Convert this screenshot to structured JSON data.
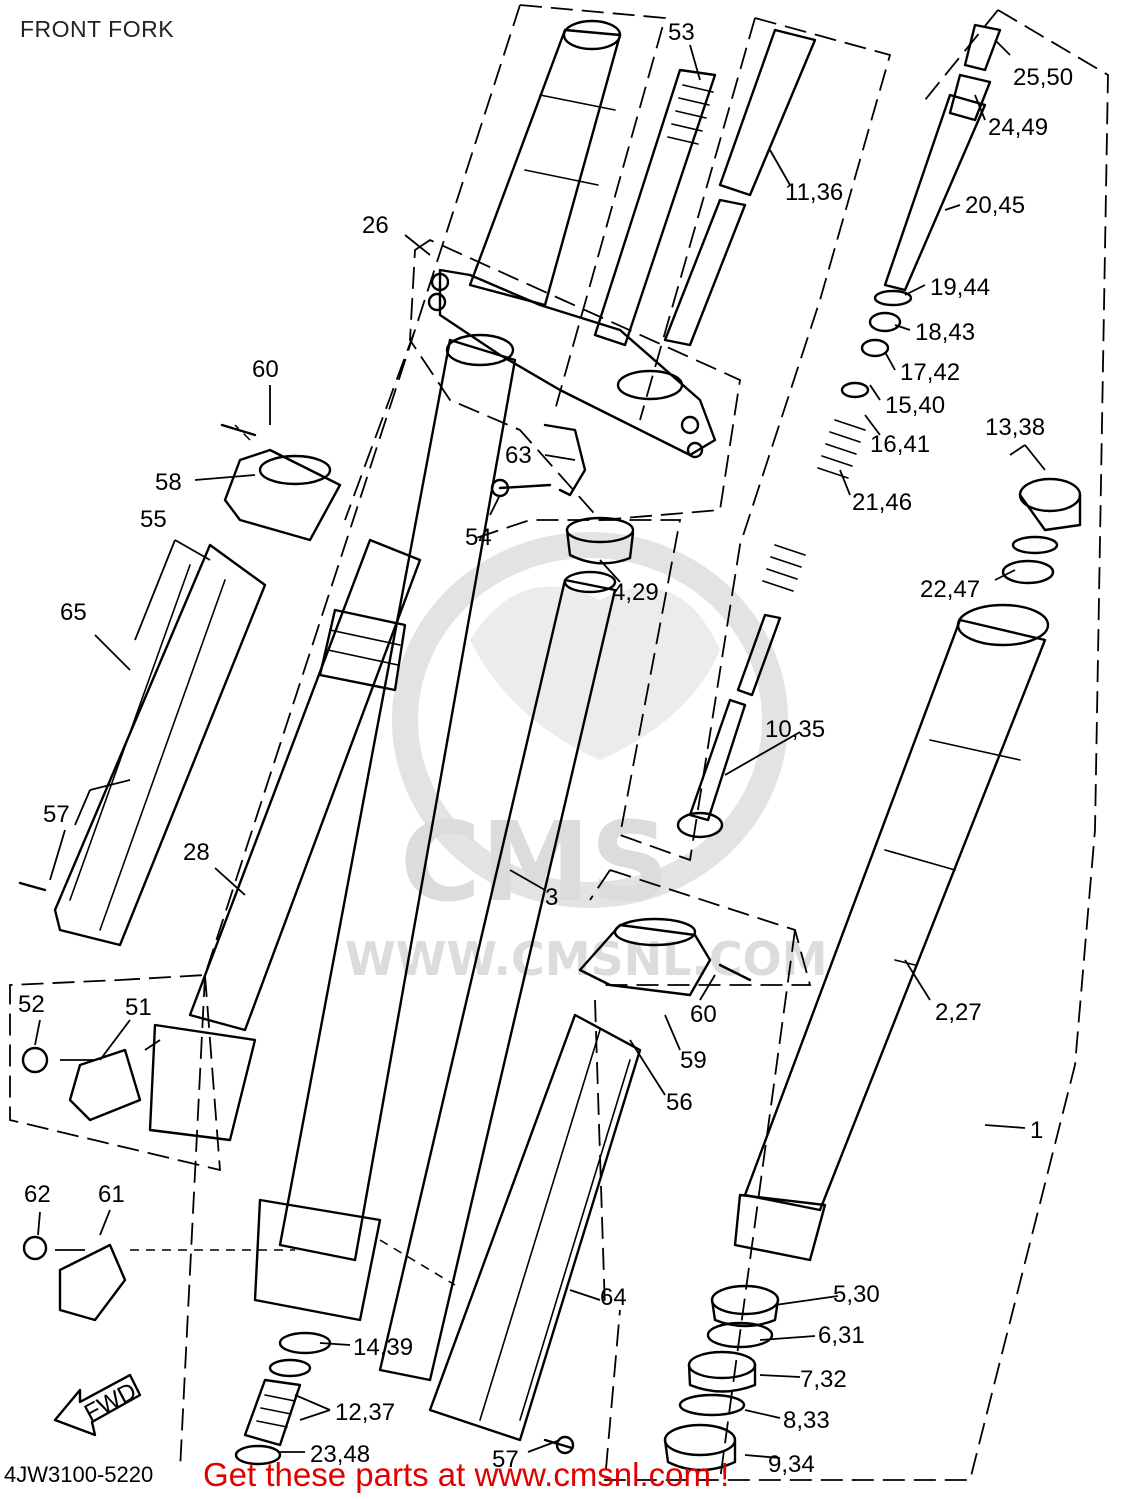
{
  "title": "FRONT FORK",
  "diagram_code": "4JW3100-5220",
  "footer_text": "Get these parts at www.cmsnl.com !",
  "watermark": {
    "text": "WWW.CMSNL.COM",
    "logo": "CMS"
  },
  "direction_arrow": "FWD",
  "callouts": {
    "c1": "1",
    "c2_27": "2,27",
    "c3": "3",
    "c4_29": "4,29",
    "c5_30": "5,30",
    "c6_31": "6,31",
    "c7_32": "7,32",
    "c8_33": "8,33",
    "c9_34": "9,34",
    "c10_35": "10,35",
    "c11_36": "11,36",
    "c12_37": "12,37",
    "c13_38": "13,38",
    "c14_39": "14,39",
    "c15_40": "15,40",
    "c16_41": "16,41",
    "c17_42": "17,42",
    "c18_43": "18,43",
    "c19_44": "19,44",
    "c20_45": "20,45",
    "c21_46": "21,46",
    "c22_47": "22,47",
    "c23_48": "23,48",
    "c24_49": "24,49",
    "c25_50": "25,50",
    "c26": "26",
    "c28": "28",
    "c51": "51",
    "c52": "52",
    "c53": "53",
    "c54": "54",
    "c55": "55",
    "c56": "56",
    "c57a": "57",
    "c57b": "57",
    "c58": "58",
    "c59": "59",
    "c60a": "60",
    "c60b": "60",
    "c61": "61",
    "c62": "62",
    "c63": "63",
    "c64": "64",
    "c65": "65"
  },
  "colors": {
    "line": "#000000",
    "footer": "#e10000",
    "watermark": "#dcdcdc",
    "background": "#ffffff"
  }
}
